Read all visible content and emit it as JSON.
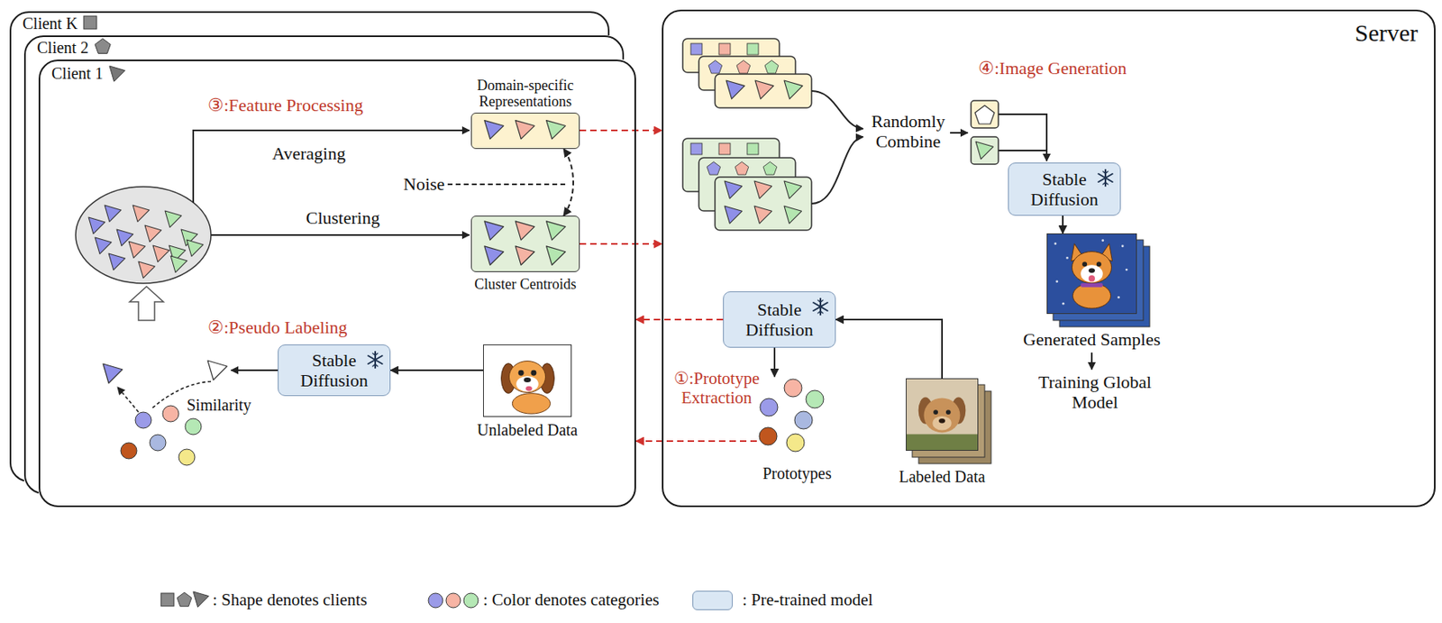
{
  "diagram": {
    "nodes": [
      {
        "text": [
          "Client K"
        ]
      },
      {
        "text": [
          "Client 2"
        ]
      },
      {
        "text": [
          "Client 1"
        ]
      },
      {
        "text": [
          "Domain-specific Representations"
        ],
        "in": 2
      },
      {
        "text": [
          "Cluster Centroids"
        ],
        "in": 2
      },
      {
        "text": [
          "Stable Diffusion"
        ],
        "in": 2
      },
      {
        "text": [
          "Unlabeled Data"
        ],
        "in": 2
      },
      {
        "text": [
          "Server"
        ]
      },
      {
        "text": [
          "Stable Diffusion"
        ],
        "in": 7
      },
      {
        "text": [
          "Generated Samples"
        ],
        "in": 7
      },
      {
        "text": [
          "Stable Diffusion"
        ],
        "in": 7
      },
      {
        "text": [
          "Prototypes"
        ],
        "in": 7
      },
      {
        "text": [
          "Labeled Data"
        ],
        "in": 7
      }
    ],
    "edges": [
      {
        "from": 3,
        "to": 7,
        "arrow": "to"
      },
      {
        "from": 4,
        "to": 7,
        "arrow": "to"
      },
      {
        "from": 10,
        "to": 2,
        "arrow": "to"
      },
      {
        "from": 11,
        "to": 2,
        "arrow": "to"
      },
      {
        "from": 6,
        "to": 5,
        "arrow": "to"
      },
      {
        "from": 12,
        "to": 10,
        "arrow": "to"
      },
      {
        "from": 10,
        "to": 11,
        "arrow": "to"
      },
      {
        "from": 8,
        "to": 9,
        "arrow": "to"
      },
      {
        "from": 4,
        "to": 3,
        "label": "Noise",
        "arrow": "both"
      }
    ],
    "labels": [
      "③:Feature Processing",
      "Averaging",
      "Clustering",
      "②:Pseudo Labeling",
      "Similarity",
      "④:Image Generation",
      "Randomly Combine",
      "①:Prototype Extraction",
      "Training Global Model"
    ],
    "legend": [
      {
        "text": ": Shape denotes clients"
      },
      {
        "text": ": Color denotes categories"
      },
      {
        "text": ": Pre-trained model",
        "color": "#dae7f4"
      }
    ]
  }
}
